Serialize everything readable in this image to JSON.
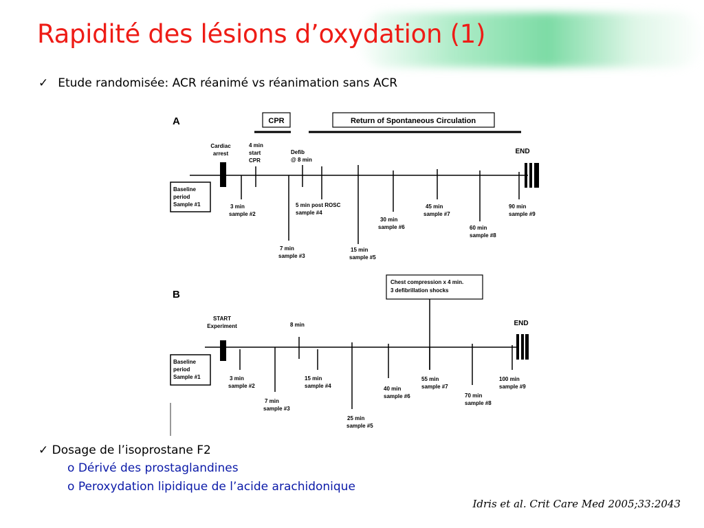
{
  "slide": {
    "title": "Rapidité des lésions d’oxydation (1)",
    "bullet_check": "✓",
    "bullet1": "Etude randomisée: ACR réanimé vs réanimation sans ACR",
    "bullet2": "Dosage de l’isoprostane F2",
    "sub_marker": "o",
    "sub1": "Dérivé des prostaglandines",
    "sub2": "Peroxydation lipidique de l’acide arachidonique",
    "citation": "Idris et al. Crit Care Med 2005;33:2043",
    "title_color": "#ee1c16",
    "sub_color": "#0b1aa8"
  },
  "figure": {
    "panel_a": {
      "letter": "A",
      "cpr_box": "CPR",
      "rosc_box": "Return of Spontaneous Circulation",
      "cardiac_arrest": [
        "Cardiac",
        "arrest"
      ],
      "start_cpr": [
        "4 min",
        "start",
        "CPR"
      ],
      "defib": [
        "Defib",
        "@ 8 min"
      ],
      "end": "END",
      "baseline": [
        "Baseline",
        "period",
        "Sample #1"
      ],
      "samples": [
        [
          "3 min",
          "sample #2"
        ],
        [
          "7 min",
          "sample #3"
        ],
        [
          "5 min post ROSC",
          "sample #4"
        ],
        [
          "15 min",
          "sample #5"
        ],
        [
          "30 min",
          "sample #6"
        ],
        [
          "45 min",
          "sample #7"
        ],
        [
          "60 min",
          "sample #8"
        ],
        [
          "90 min",
          "sample #9"
        ]
      ]
    },
    "panel_b": {
      "letter": "B",
      "chest_box": [
        "Chest compression x 4 min.",
        "3 defibrillation shocks"
      ],
      "start": [
        "START",
        "Experiment"
      ],
      "eight_min": "8 min",
      "end": "END",
      "baseline": [
        "Baseline",
        "period",
        "Sample #1"
      ],
      "samples": [
        [
          "3 min",
          "sample #2"
        ],
        [
          "7 min",
          "sample #3"
        ],
        [
          "15 min",
          "sample #4"
        ],
        [
          "25 min",
          "sample #5"
        ],
        [
          "40 min",
          "sample #6"
        ],
        [
          "55 min",
          "sample #7"
        ],
        [
          "70 min",
          "sample #8"
        ],
        [
          "100 min",
          "sample #9"
        ]
      ]
    }
  }
}
